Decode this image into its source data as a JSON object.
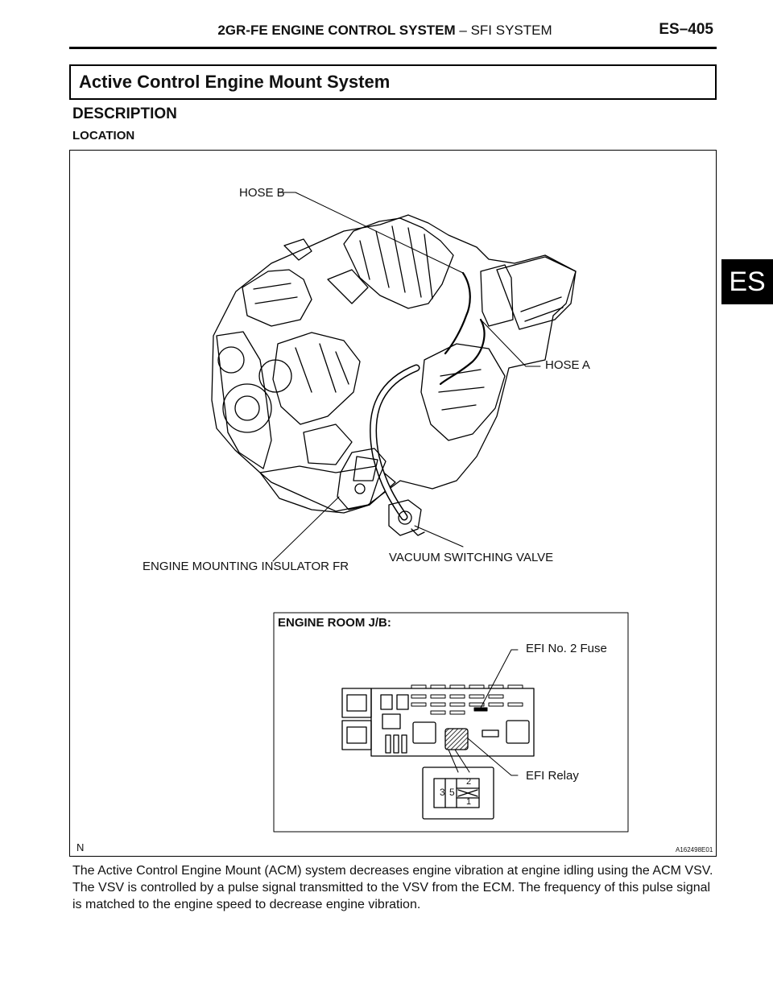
{
  "header": {
    "title_bold": "2GR-FE ENGINE CONTROL SYSTEM",
    "title_rest": " – SFI SYSTEM",
    "page_number": "ES–405"
  },
  "section": {
    "title": "Active Control Engine Mount System"
  },
  "headings": {
    "description": "DESCRIPTION",
    "location": "LOCATION"
  },
  "side_tab": "ES",
  "figure": {
    "labels": {
      "hose_b": "HOSE B",
      "hose_a": "HOSE A",
      "engine_mounting": "ENGINE MOUNTING INSULATOR FR",
      "vsv": "VACUUM SWITCHING VALVE",
      "jb_title": "ENGINE ROOM J/B:",
      "efi_fuse": "EFI No. 2 Fuse",
      "efi_relay": "EFI Relay",
      "north": "N",
      "figure_id": "A162498E01"
    },
    "relay_pins": [
      "3",
      "5",
      "2",
      "1"
    ]
  },
  "body": {
    "paragraph": "The Active Control Engine Mount (ACM) system decreases engine vibration at engine idling using the ACM VSV. The VSV is controlled by a pulse signal transmitted to the VSV from the ECM. The frequency of this pulse signal is matched to the engine speed to decrease engine vibration."
  }
}
